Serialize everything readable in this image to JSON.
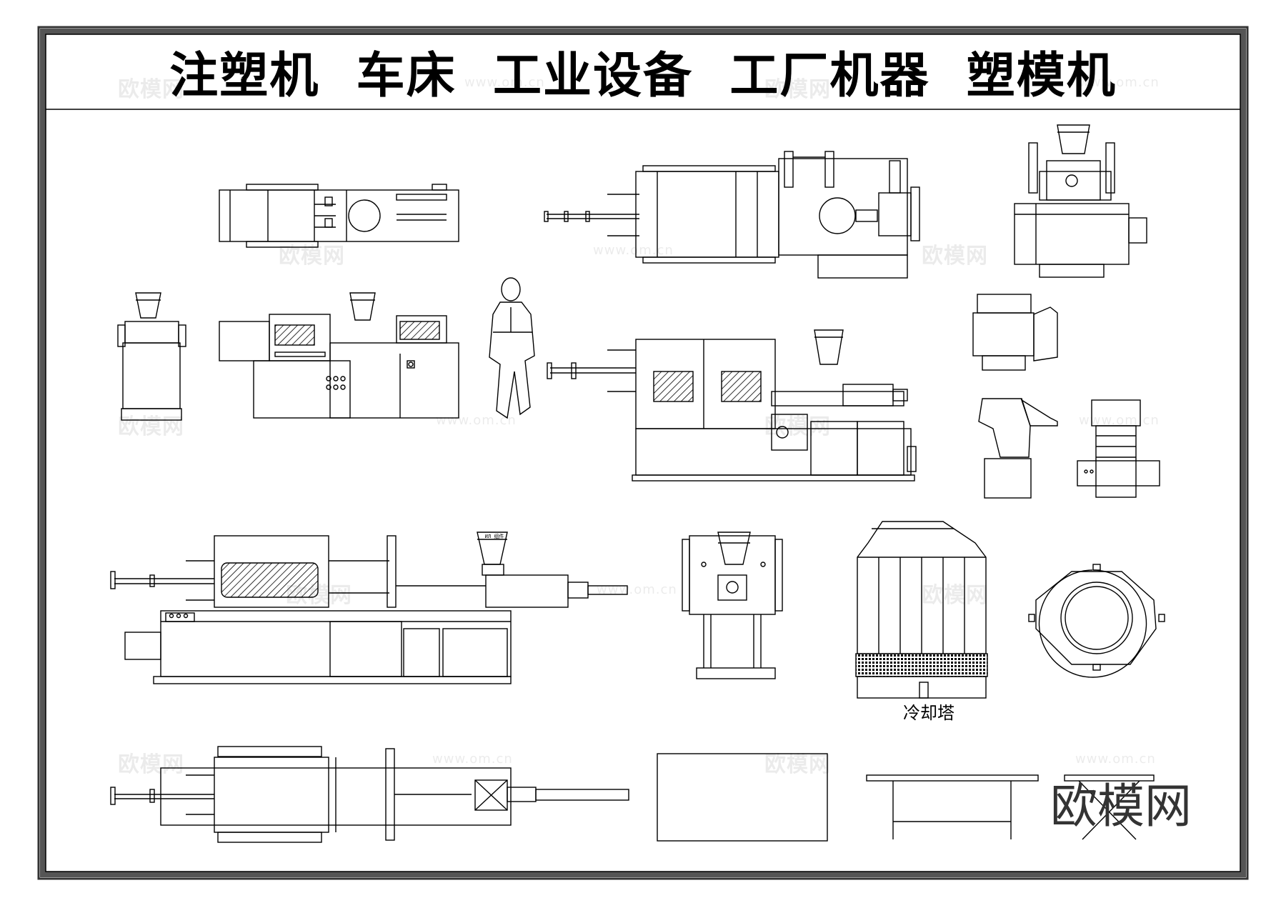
{
  "title": "注塑机  车床  工业设备  工厂机器  塑模机",
  "caption_cooling_tower": "冷却塔",
  "hopper_label": "ИЛ 组件",
  "watermark": {
    "brand": "欧模网",
    "url": "www.om.cn"
  },
  "brand_logo": "欧模网",
  "colors": {
    "line": "#000000",
    "frame": "#333333",
    "hatch": "#000000",
    "background": "#ffffff"
  }
}
